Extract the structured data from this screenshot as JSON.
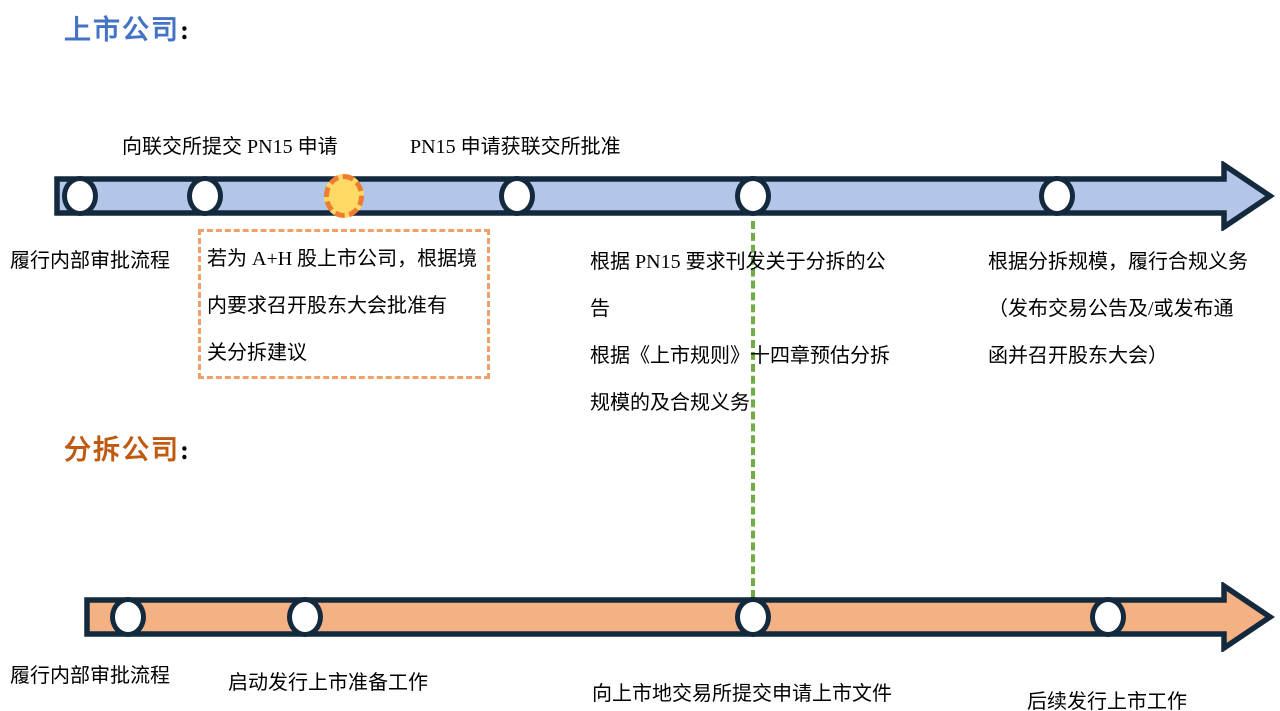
{
  "colors": {
    "navy": "#13293D",
    "band_blue": "#B4C6E7",
    "band_orange": "#F4B183",
    "node_fill": "#FFFFFF",
    "highlight_fill": "#FFD966",
    "highlight_border": "#ED7D31",
    "note_box_border": "#F1A168",
    "connector_green": "#70AD47",
    "title_blue": "#4472C4",
    "title_orange": "#C05A11",
    "text_black": "#000000"
  },
  "listed_company": {
    "title": "上市公司",
    "title_colon": ":",
    "milestones_above": [
      "向联交所提交 PN15 申请",
      "PN15 申请获联交所批准"
    ],
    "milestone_below": "履行内部审批流程",
    "conditional_note_lines": [
      "若为 A+H 股上市公司，根据境",
      "内要求召开股东大会批准有",
      "关分拆建议"
    ],
    "announcement_note_lines": [
      "根据 PN15 要求刊发关于分拆的公",
      "告",
      "根据《上市规则》十四章预估分拆",
      "规模的及合规义务"
    ],
    "compliance_note_lines": [
      "根据分拆规模，履行合规义务",
      "（发布交易公告及/或发布通",
      "函并召开股东大会）"
    ]
  },
  "spinoff_company": {
    "title": "分拆公司",
    "title_colon": ":",
    "milestones": [
      "履行内部审批流程",
      "启动发行上市准备工作",
      "向上市地交易所提交申请上市文件",
      "后续发行上市工作"
    ]
  }
}
